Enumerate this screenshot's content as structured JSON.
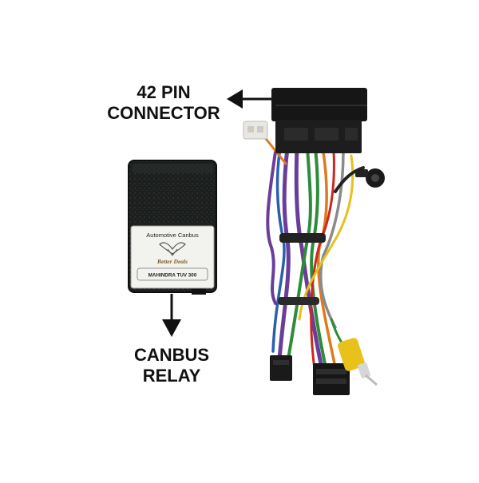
{
  "callouts": {
    "connector": {
      "line1": "42 PIN",
      "line2": "CONNECTOR"
    },
    "relay": {
      "line1": "CANBUS",
      "line2": "RELAY"
    }
  },
  "relay_box": {
    "line1": "Automotive Canbus",
    "brand": "Better Deals",
    "model": "MAHINDRA TUV 300"
  },
  "colors": {
    "relay_body": "#1c1f1e",
    "connector": "#161616",
    "rca_plug": "#e8c21a",
    "wire_purple": "#6a3d9a",
    "wire_green": "#2e8b3c",
    "wire_orange": "#e07a1f",
    "wire_red": "#c8281e",
    "wire_blue": "#2a5fb0",
    "wire_yellow": "#e6c11c",
    "wire_grey": "#8a8a8a"
  }
}
